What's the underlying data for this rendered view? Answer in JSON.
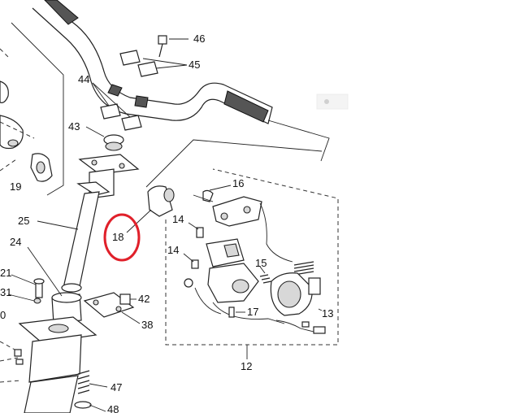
{
  "diagram": {
    "labels": {
      "p46": "46",
      "p45": "45",
      "p44": "44",
      "p43": "43",
      "p19": "19",
      "p16": "16",
      "p25": "25",
      "p18": "18",
      "p14a": "14",
      "p14b": "14",
      "p24": "24",
      "p21": "21",
      "p31": "31",
      "p15": "15",
      "p42": "42",
      "p38": "38",
      "p17": "17",
      "p13": "13",
      "p12": "12",
      "p47": "47",
      "p48": "48",
      "p0": "0"
    },
    "highlight_color": "#e0202a"
  }
}
